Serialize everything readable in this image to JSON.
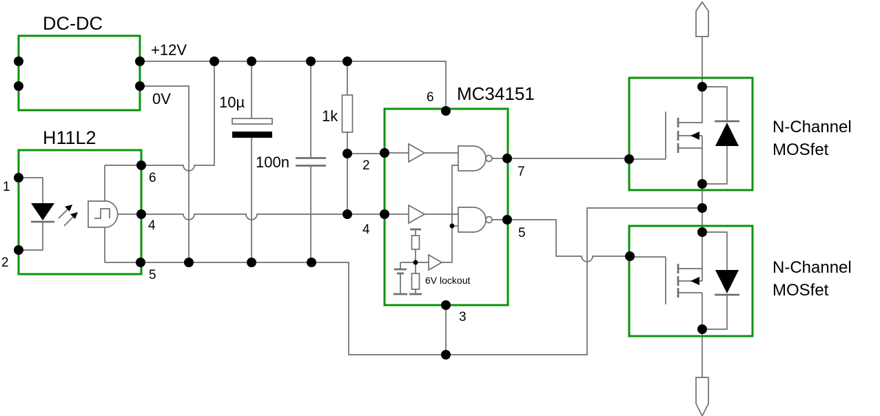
{
  "diagram": {
    "type": "circuit-schematic",
    "background": "#ffffff",
    "colors": {
      "block_outline": "#0a940a",
      "wire": "#6f6f6f",
      "symbol_fill": "#000000",
      "text": "#000000"
    },
    "nets": {
      "vcc": "+12V",
      "gnd": "0V"
    },
    "components": {
      "cap_electrolytic": "10µ",
      "cap_ceramic": "100n",
      "resistor_pullup": "1k"
    },
    "blocks": {
      "dcdc": {
        "title": "DC-DC"
      },
      "optocoupler": {
        "title": "H11L2",
        "pin1": "1",
        "pin2": "2",
        "pin6": "6",
        "pin4": "4",
        "pin5": "5"
      },
      "driver": {
        "title": "MC34151",
        "pin6": "6",
        "pin2": "2",
        "pin4": "4",
        "pin7": "7",
        "pin5": "5",
        "pin3": "3",
        "lockout_label": "6V lockout"
      },
      "mosfet_top": {
        "label_line1": "N-Channel",
        "label_line2": "MOSfet"
      },
      "mosfet_bottom": {
        "label_line1": "N-Channel",
        "label_line2": "MOSfet"
      }
    }
  }
}
